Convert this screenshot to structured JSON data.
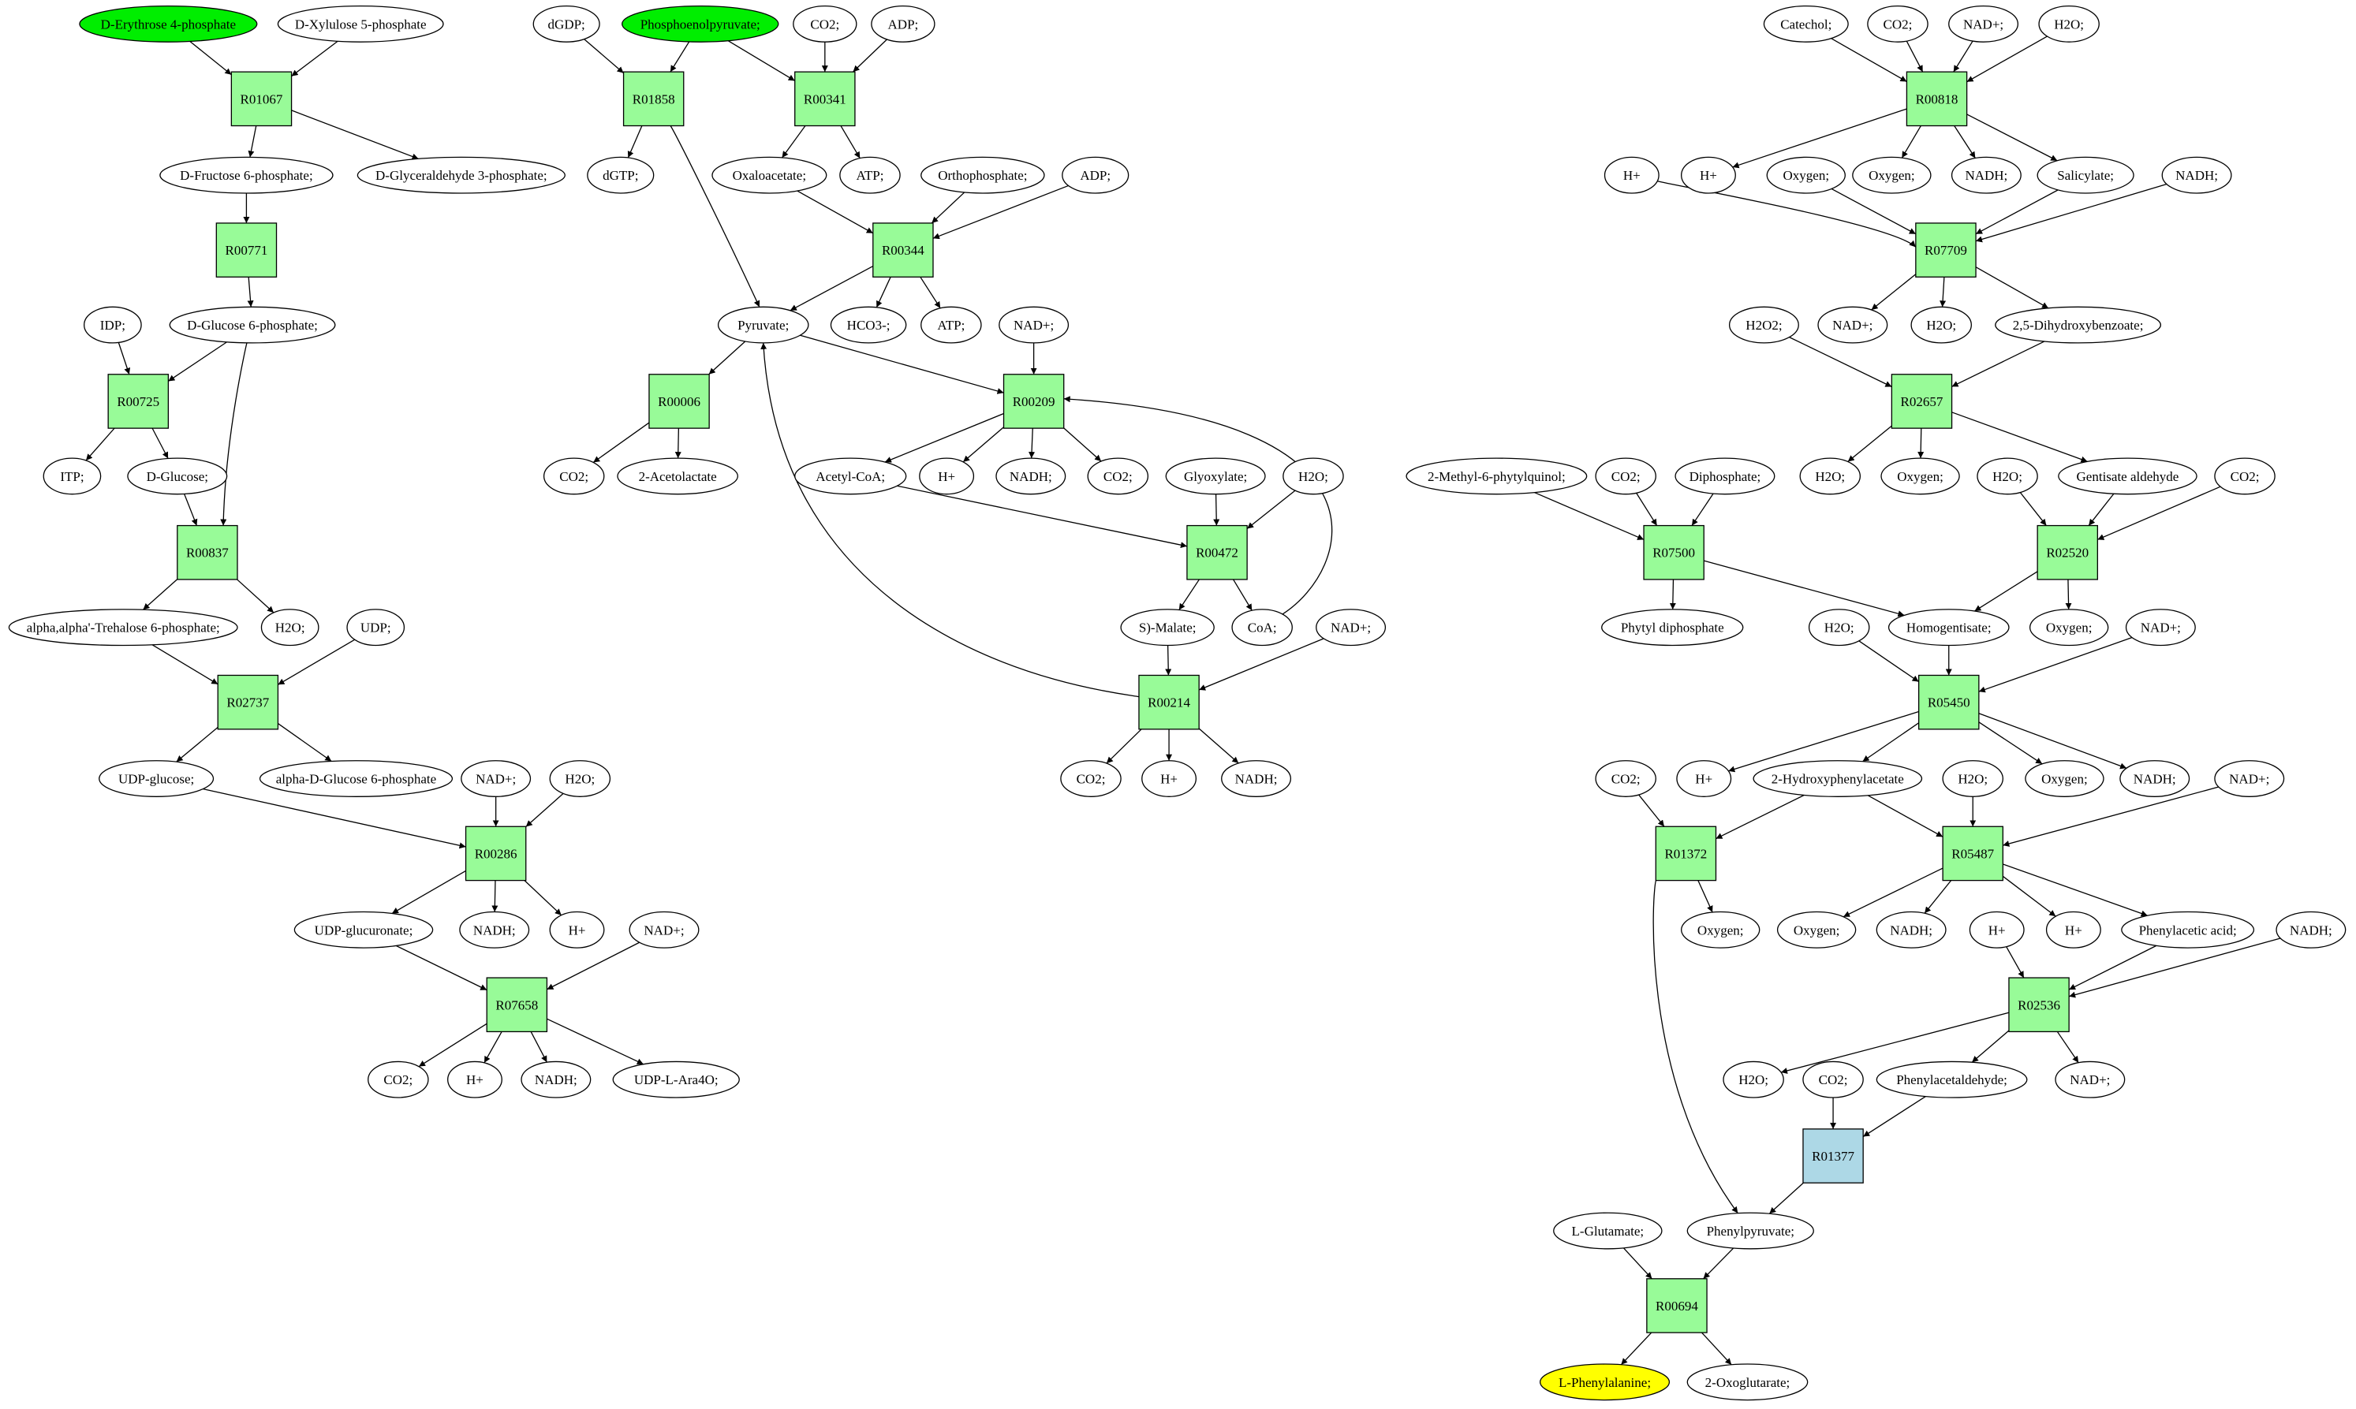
{
  "colors": {
    "start_compound": "#00ee00",
    "target_compound": "#ffff00",
    "compound": "#ffffff",
    "reaction": "#98fb98",
    "highlight_reaction": "#add8e6"
  },
  "nodes": {
    "e4p": "D-Erythrose 4-phosphate",
    "xu5p": "D-Xylulose 5-phosphate",
    "R01067": "R01067",
    "f6p": "D-Fructose 6-phosphate;",
    "g3p": "D-Glyceraldehyde 3-phosphate;",
    "R00771": "R00771",
    "idp": "IDP;",
    "g6p": "D-Glucose 6-phosphate;",
    "R00725": "R00725",
    "itp": "ITP;",
    "glc": "D-Glucose;",
    "R00837": "R00837",
    "tre6p": "alpha,alpha'-Trehalose 6-phosphate;",
    "h2o_a": "H2O;",
    "udp_a": "UDP;",
    "R02737": "R02737",
    "udpglc": "UDP-glucose;",
    "ag6p": "alpha-D-Glucose 6-phosphate",
    "nad_a": "NAD+;",
    "h2o_b": "H2O;",
    "R00286": "R00286",
    "udpgluc": "UDP-glucuronate;",
    "nadh_a": "NADH;",
    "hplus_a": "H+",
    "nad_b": "NAD+;",
    "R07658": "R07658",
    "co2_a": "CO2;",
    "hplus_b": "H+",
    "nadh_b": "NADH;",
    "udpara": "UDP-L-Ara4O;",
    "dgdp": "dGDP;",
    "pep": "Phosphoenolpyruvate;",
    "co2_b": "CO2;",
    "adp_a": "ADP;",
    "R01858": "R01858",
    "R00341": "R00341",
    "dgtp": "dGTP;",
    "oaa": "Oxaloacetate;",
    "atp_a": "ATP;",
    "pi": "Orthophosphate;",
    "adp_b": "ADP;",
    "R00344": "R00344",
    "pyr": "Pyruvate;",
    "hco3": "HCO3-;",
    "atp_b": "ATP;",
    "nad_c": "NAD+;",
    "R00006": "R00006",
    "R00209": "R00209",
    "co2_c": "CO2;",
    "acetolac": "2-Acetolactate",
    "accoa": "Acetyl-CoA;",
    "hplus_c": "H+",
    "nadh_c": "NADH;",
    "co2_d": "CO2;",
    "glyox": "Glyoxylate;",
    "h2o_c": "H2O;",
    "R00472": "R00472",
    "smal": "S)-Malate;",
    "coa": "CoA;",
    "nad_d": "NAD+;",
    "R00214": "R00214",
    "co2_e": "CO2;",
    "hplus_d": "H+",
    "nadh_d": "NADH;",
    "catechol": "Catechol;",
    "co2_f": "CO2;",
    "nad_e": "NAD+;",
    "h2o_d": "H2O;",
    "R00818": "R00818",
    "hplus_e": "H+",
    "hplus_f": "H+",
    "o2_a": "Oxygen;",
    "o2_b": "Oxygen;",
    "nadh_e": "NADH;",
    "salic": "Salicylate;",
    "nadh_f": "NADH;",
    "R07709": "R07709",
    "h2o2": "H2O2;",
    "nad_f": "NAD+;",
    "h2o_e": "H2O;",
    "dhb": "2,5-Dihydroxybenzoate;",
    "R02657": "R02657",
    "mpq": "2-Methyl-6-phytylquinol;",
    "co2_g": "CO2;",
    "ppi": "Diphosphate;",
    "h2o_f": "H2O;",
    "o2_c": "Oxygen;",
    "h2o_g": "H2O;",
    "gentald": "Gentisate aldehyde",
    "co2_h": "CO2;",
    "R07500": "R07500",
    "R02520": "R02520",
    "phytpp": "Phytyl diphosphate",
    "hga": "Homogentisate;",
    "o2_d": "Oxygen;",
    "h2o_h": "H2O;",
    "nad_g": "NAD+;",
    "R05450": "R05450",
    "co2_i": "CO2;",
    "hplus_g": "H+",
    "hpa": "2-Hydroxyphenylacetate",
    "h2o_i": "H2O;",
    "o2_e": "Oxygen;",
    "nadh_g": "NADH;",
    "nad_h": "NAD+;",
    "R01372": "R01372",
    "R05487": "R05487",
    "o2_f": "Oxygen;",
    "o2_g": "Oxygen;",
    "nadh_h": "NADH;",
    "hplus_h": "H+",
    "hplus_i": "H+",
    "phac": "Phenylacetic acid;",
    "nadh_i": "NADH;",
    "R02536": "R02536",
    "h2o_j": "H2O;",
    "co2_j": "CO2;",
    "phald": "Phenylacetaldehyde;",
    "nad_i": "NAD+;",
    "R01377": "R01377",
    "glu": "L-Glutamate;",
    "phpyr": "Phenylpyruvate;",
    "R00694": "R00694",
    "phe": "L-Phenylalanine;",
    "akg": "2-Oxoglutarate;"
  }
}
